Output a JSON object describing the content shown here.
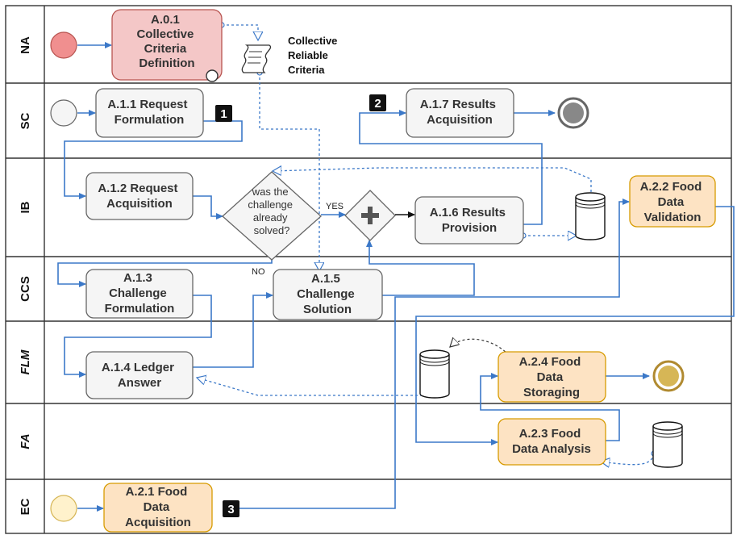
{
  "lanes": [
    {
      "id": "na",
      "label": "NA",
      "italic": false
    },
    {
      "id": "sc",
      "label": "SC",
      "italic": false
    },
    {
      "id": "ib",
      "label": "IB",
      "italic": false
    },
    {
      "id": "ccs",
      "label": "CCS",
      "italic": false
    },
    {
      "id": "flm",
      "label": "FLM",
      "italic": true
    },
    {
      "id": "fa",
      "label": "FA",
      "italic": true
    },
    {
      "id": "ec",
      "label": "EC",
      "italic": false
    }
  ],
  "tasks": {
    "a01": [
      "A.0.1",
      "Collective",
      "Criteria",
      "Definition"
    ],
    "a11": [
      "A.1.1 Request",
      "Formulation"
    ],
    "a12": [
      "A.1.2 Request",
      "Acquisition"
    ],
    "a13": [
      "A.1.3",
      "Challenge",
      "Formulation"
    ],
    "a14": [
      "A.1.4 Ledger",
      "Answer"
    ],
    "a15": [
      "A.1.5",
      "Challenge",
      "Solution"
    ],
    "a16": [
      "A.1.6 Results",
      "Provision"
    ],
    "a17": [
      "A.1.7 Results",
      "Acquisition"
    ],
    "a21": [
      "A.2.1 Food",
      "Data",
      "Acquisition"
    ],
    "a22": [
      "A.2.2 Food",
      "Data",
      "Validation"
    ],
    "a23": [
      "A.2.3 Food",
      "Data Analysis"
    ],
    "a24": [
      "A.2.4 Food",
      "Data",
      "Storaging"
    ]
  },
  "gateway": {
    "question": [
      "was the",
      "challenge",
      "already",
      "solved?"
    ],
    "yes_label": "YES",
    "no_label": "NO"
  },
  "annotation": [
    "Collective",
    "Reliable",
    "Criteria"
  ],
  "badges": [
    "1",
    "2",
    "3"
  ],
  "colors": {
    "na_task_fill": "#f4c7c7",
    "na_task_stroke": "#b85450",
    "gray_task_fill": "#f5f5f5",
    "gray_task_stroke": "#666666",
    "orange_task_fill": "#fde3c3",
    "orange_task_stroke": "#d79b00",
    "flow": "#3b78c8",
    "start_red": "#f08f8f",
    "start_yellow": "#fff2cc",
    "end_gray": "#888888",
    "end_gold": "#d6b656"
  }
}
